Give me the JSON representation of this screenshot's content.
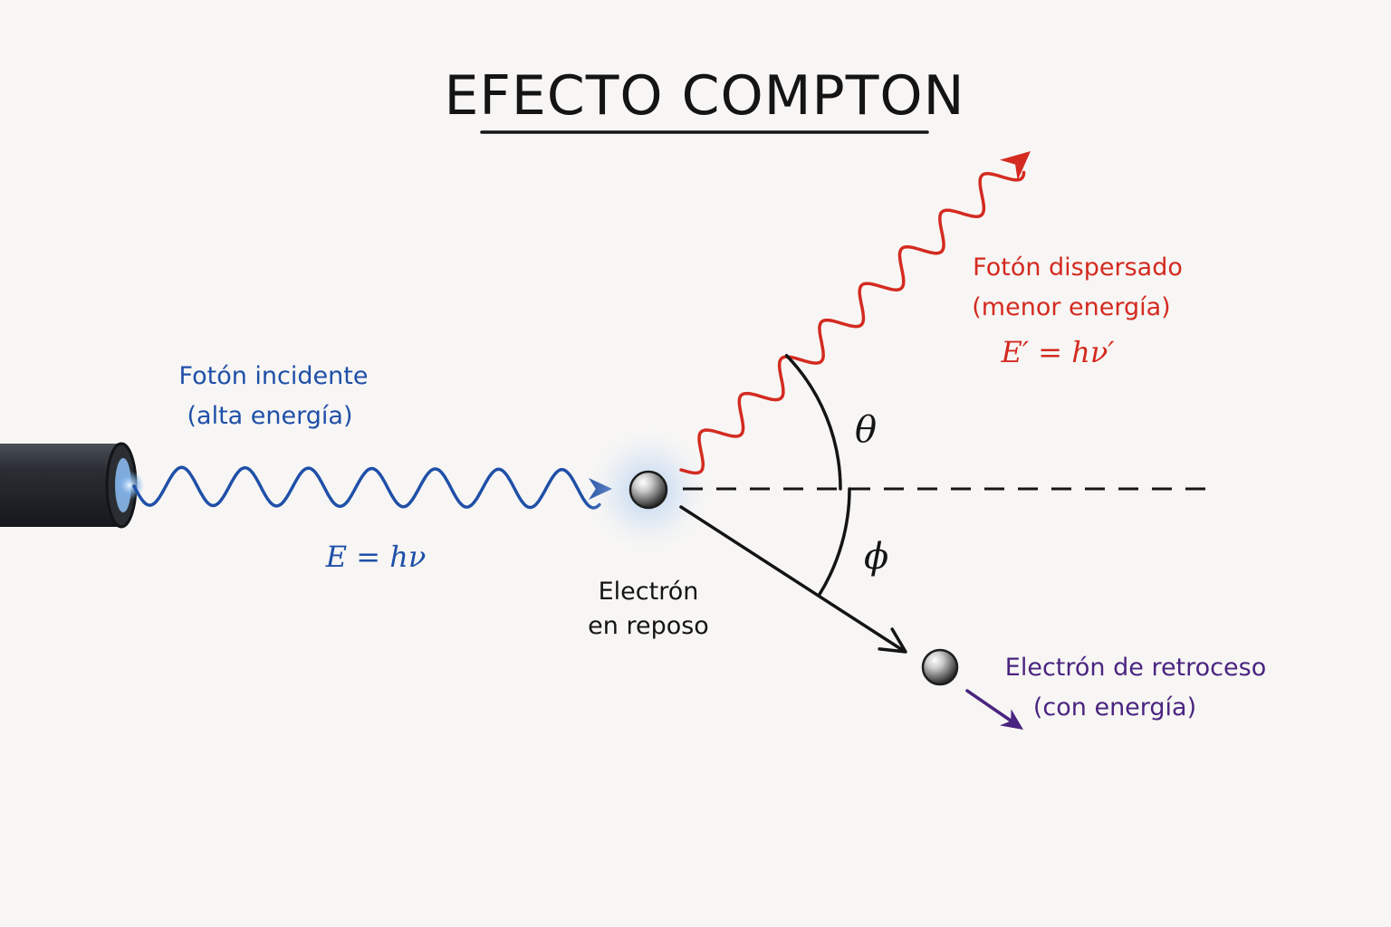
{
  "title": "EFECTO COMPTON",
  "colors": {
    "incident": "#1f4fa8",
    "scattered": "#d42a20",
    "recoil": "#4a2480",
    "ink": "#141414"
  },
  "incident_photon": {
    "line1": "Fotón incidente",
    "line2": "(alta energía)",
    "equation": "E = hν"
  },
  "electron_rest": {
    "line1": "Electrón",
    "line2": "en reposo"
  },
  "scattered_photon": {
    "line1": "Fotón dispersado",
    "line2": "(menor energía)",
    "equation": "E′ = hν′"
  },
  "recoil_electron": {
    "line1": "Electrón de retroceso",
    "line2": "(con energía)"
  },
  "angles": {
    "theta": "θ",
    "phi": "ϕ"
  },
  "icons": [
    "photon-source-tube",
    "electron-sphere",
    "arrowhead"
  ]
}
